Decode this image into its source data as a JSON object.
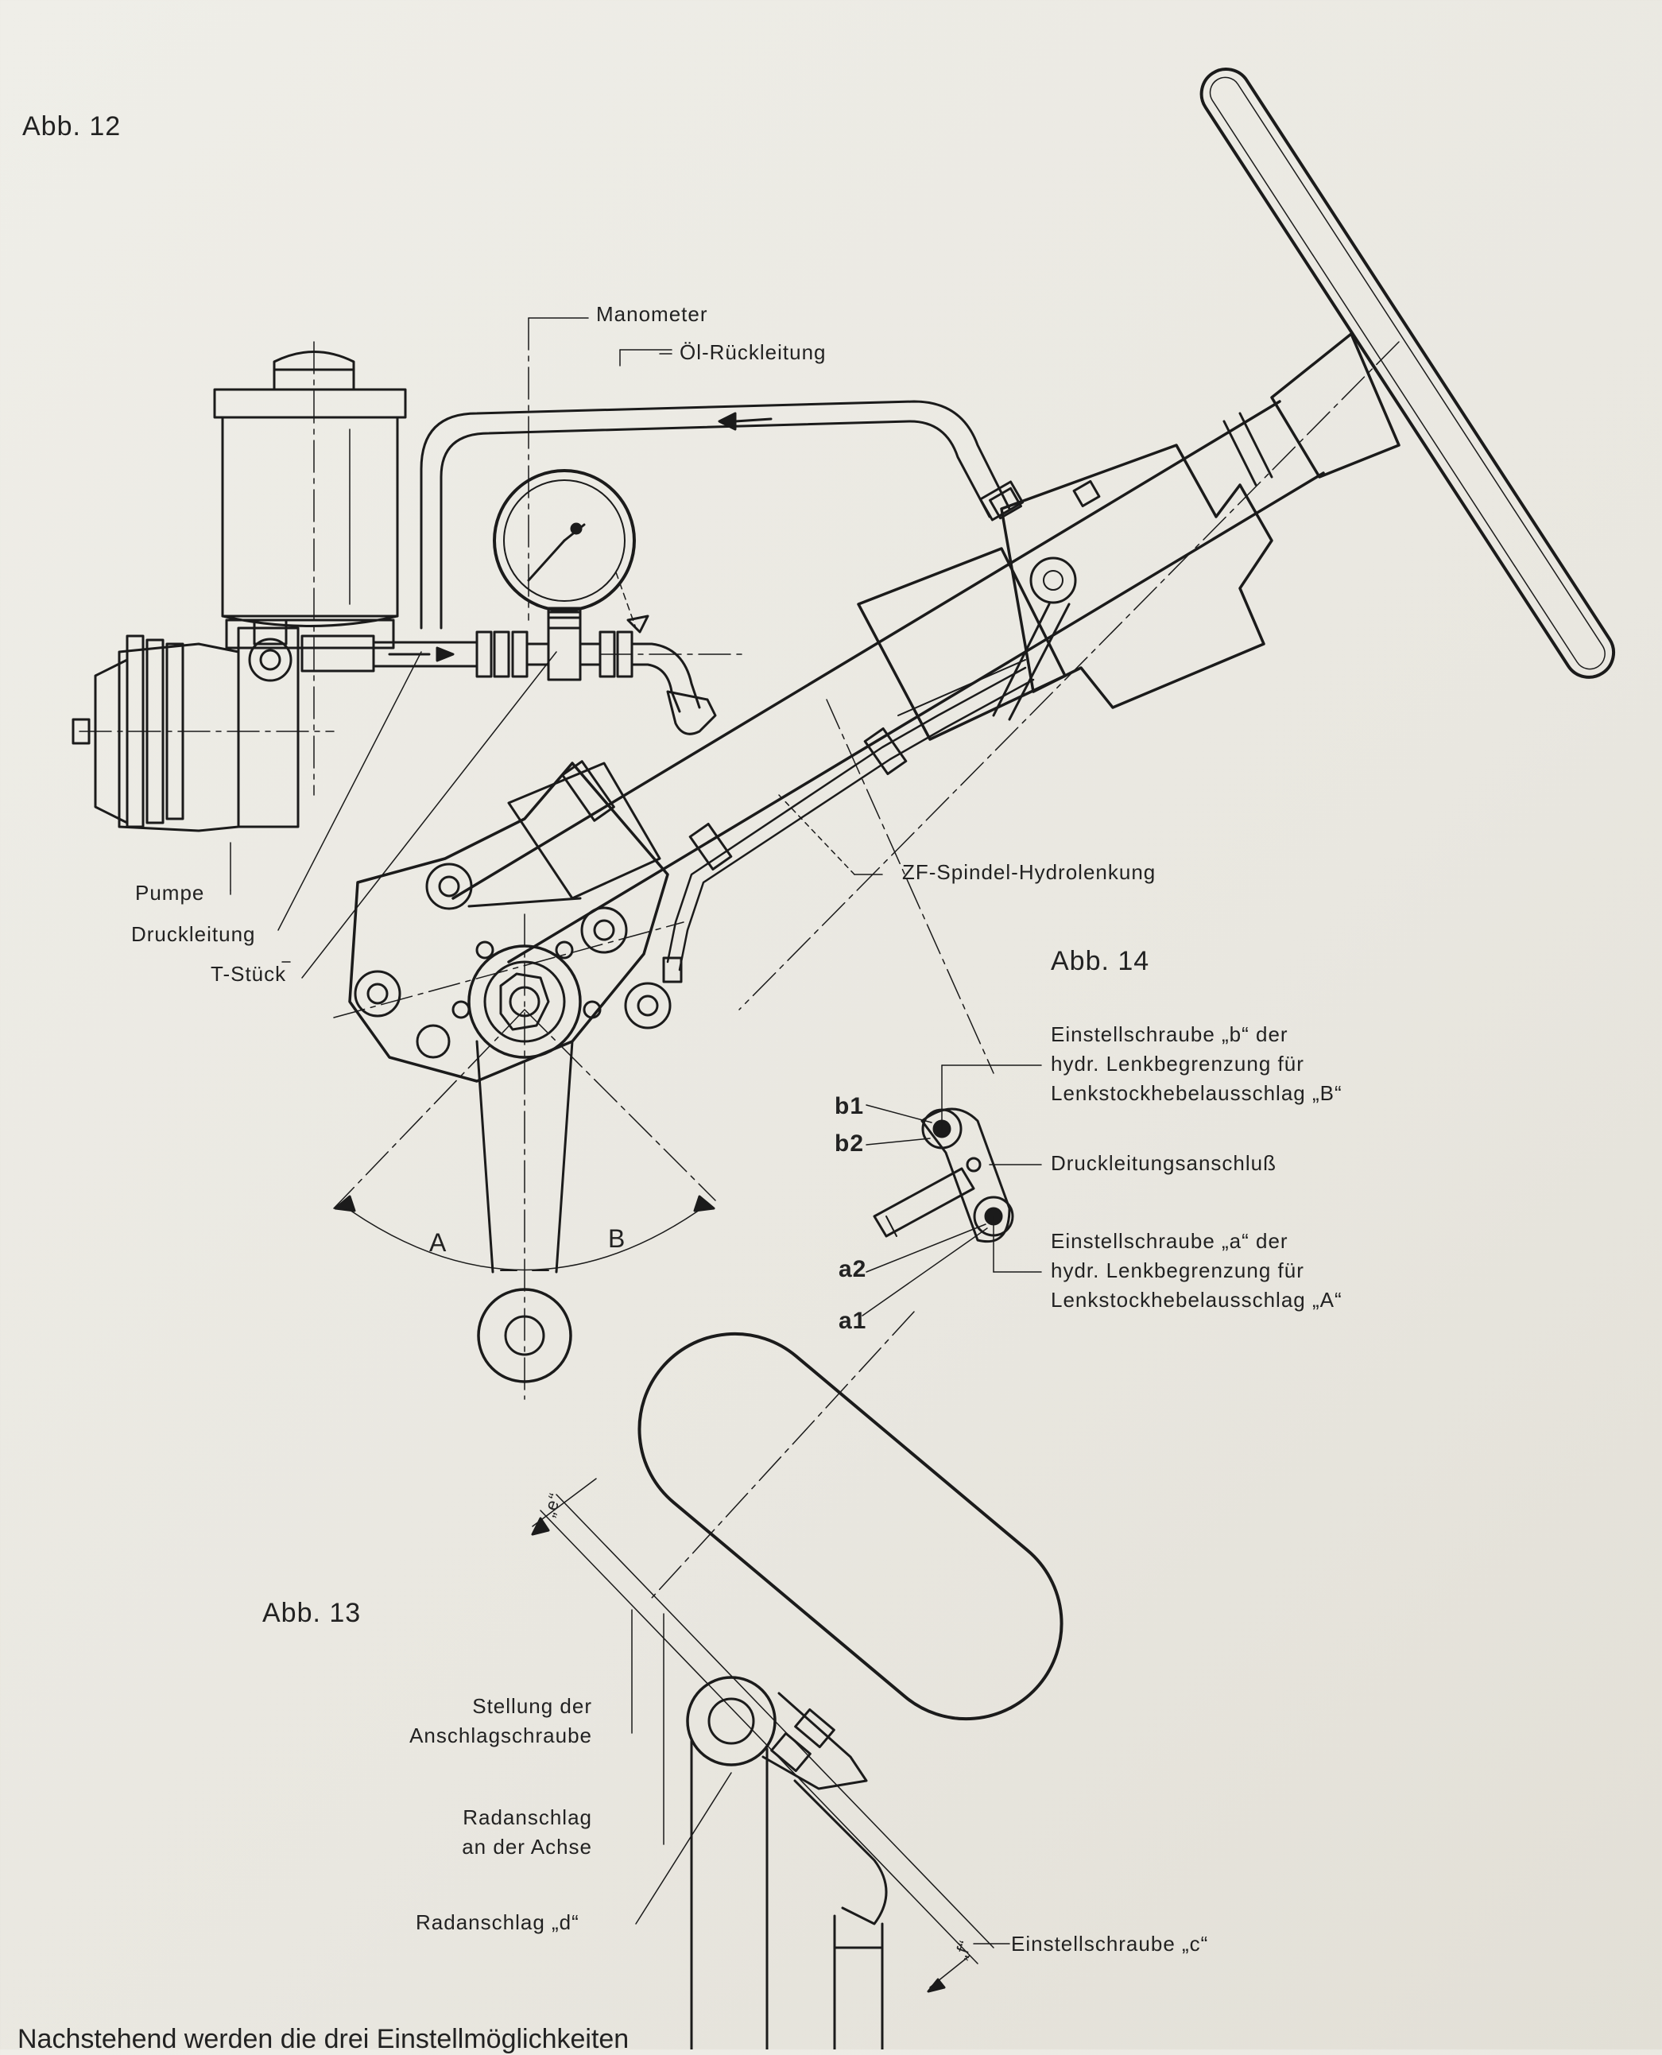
{
  "figures": {
    "abb12": "Abb. 12",
    "abb13": "Abb. 13",
    "abb14": "Abb. 14"
  },
  "abb12_labels": {
    "manometer": "Manometer",
    "oel_rueckleitung": "Öl-Rückleitung",
    "pumpe": "Pumpe",
    "druckleitung": "Druckleitung",
    "t_stueck": "T-Stück",
    "zf_spindel": "ZF-Spindel-Hydrolenkung",
    "angle_a": "A",
    "angle_b": "B"
  },
  "abb14_labels": {
    "b_lines": [
      "Einstellschraube „b“ der",
      "hydr. Lenkbegrenzung für",
      "Lenkstockhebelausschlag „B“"
    ],
    "druckleitungsanschluss": "Druckleitungsanschluß",
    "a_lines": [
      "Einstellschraube „a“ der",
      "hydr. Lenkbegrenzung für",
      "Lenkstockhebelausschlag „A“"
    ],
    "b1": "b1",
    "b2": "b2",
    "a1": "a1",
    "a2": "a2"
  },
  "abb13_labels": {
    "stellung": [
      "Stellung der",
      "Anschlagschraube"
    ],
    "radanschlag_achse": [
      "Radanschlag",
      "an der Achse"
    ],
    "radanschlag_d": "Radanschlag „d“",
    "einstellschraube_c": "Einstellschraube „c“",
    "dim_e": "„e“",
    "dim_f": "„f“"
  },
  "footer_text": "Nachstehend werden die drei Einstellmöglichkeiten"
}
